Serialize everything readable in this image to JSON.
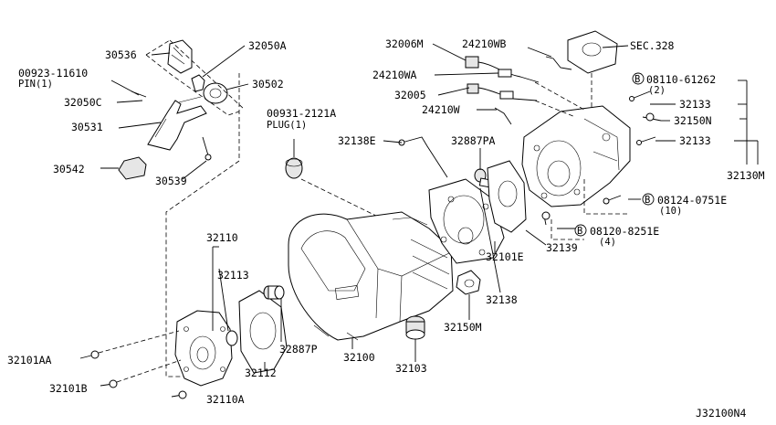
{
  "diagram_id": "J32100N4",
  "parts": {
    "p30536": "30536",
    "p32050A": "32050A",
    "p00923": "00923-11610",
    "pin1": "PIN(1)",
    "p32050C": "32050C",
    "p30502": "30502",
    "p30531": "30531",
    "p30542": "30542",
    "p30539": "30539",
    "p32006M": "32006M",
    "p24210WB": "24210WB",
    "sec328": "SEC.328",
    "p24210WA": "24210WA",
    "b08110": "08110-61262",
    "b08110q": "(2)",
    "p32133a": "32133",
    "p32005": "32005",
    "p24210W": "24210W",
    "p32150N": "32150N",
    "p00931": "00931-2121A",
    "plug1": "PLUG(1)",
    "p32138E": "32138E",
    "p32887PA": "32887PA",
    "p32133b": "32133",
    "p32130M": "32130M",
    "b08124": "08124-0751E",
    "b08124q": "(10)",
    "b08120": "08120-8251E",
    "b08120q": "(4)",
    "p32101E": "32101E",
    "p32139": "32139",
    "p32110": "32110",
    "p32113": "32113",
    "p32138": "32138",
    "p32150M": "32150M",
    "p32887P": "32887P",
    "p32100": "32100",
    "p32103": "32103",
    "p32101AA": "32101AA",
    "p32112": "32112",
    "p32101B": "32101B",
    "p32110A": "32110A",
    "bolt_symbol": "B"
  }
}
